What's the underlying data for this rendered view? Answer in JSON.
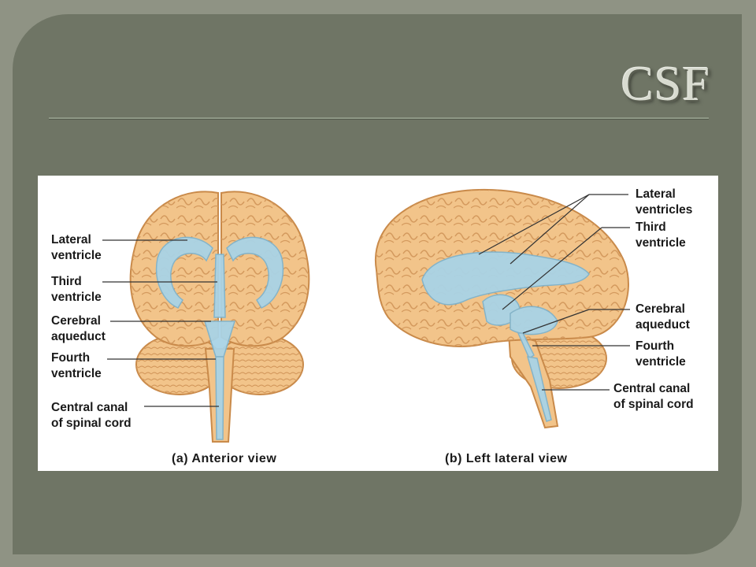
{
  "slide": {
    "title": "CSF"
  },
  "anterior": {
    "caption": "(a) Anterior view",
    "labels": {
      "lateral_1": "Lateral",
      "lateral_2": "ventricle",
      "third_1": "Third",
      "third_2": "ventricle",
      "aqueduct_1": "Cerebral",
      "aqueduct_2": "aqueduct",
      "fourth_1": "Fourth",
      "fourth_2": "ventricle",
      "canal_1": "Central canal",
      "canal_2": "of spinal cord"
    }
  },
  "lateral": {
    "caption": "(b) Left lateral view",
    "labels": {
      "lateral_1": "Lateral",
      "lateral_2": "ventricles",
      "third_1": "Third",
      "third_2": "ventricle",
      "aqueduct_1": "Cerebral",
      "aqueduct_2": "aqueduct",
      "fourth_1": "Fourth",
      "fourth_2": "ventricle",
      "canal_1": "Central canal",
      "canal_2": "of spinal cord"
    }
  },
  "colors": {
    "brain": "#f2c48a",
    "brain_outline": "#c98a4a",
    "ventricle": "#a9d3e6",
    "leader": "#333333"
  }
}
